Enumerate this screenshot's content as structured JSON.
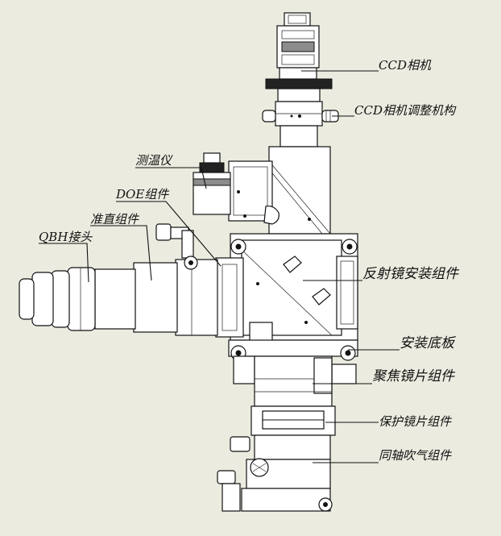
{
  "diagram": {
    "labels": {
      "ccd_camera": "CCD相机",
      "ccd_adjust": "CCD相机调整机构",
      "thermometer": "测温仪",
      "doe": "DOE组件",
      "collimator": "准直组件",
      "qbh": "QBH接头",
      "mirror_mount": "反射镜安装组件",
      "base_plate": "安装底板",
      "focus_lens": "聚焦镜片组件",
      "protect_lens": "保护镜片组件",
      "coaxial_air": "同轴吹气组件"
    },
    "colors": {
      "background": "#ecebe0",
      "line": "#111111",
      "part_fill": "#ffffff"
    }
  }
}
